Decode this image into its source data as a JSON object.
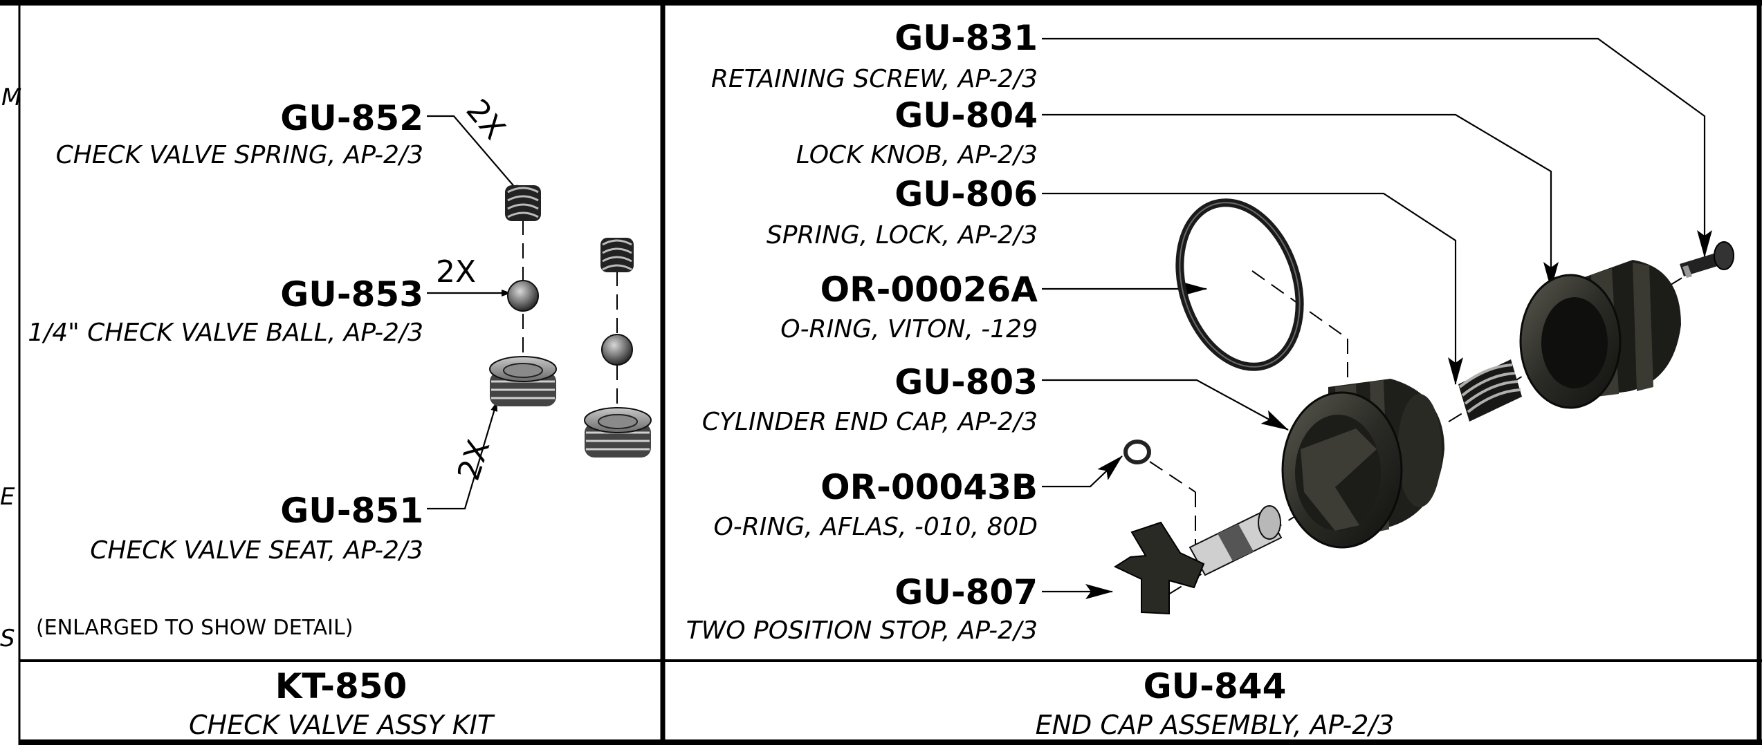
{
  "left_panel": {
    "callouts": [
      {
        "part": "GU-852",
        "description": "CHECK VALVE SPRING, AP-2/3",
        "qty": "2X"
      },
      {
        "part": "GU-853",
        "description": "1/4\" CHECK VALVE BALL, AP-2/3",
        "qty": "2X"
      },
      {
        "part": "GU-851",
        "description": "CHECK VALVE SEAT, AP-2/3",
        "qty": "2X"
      }
    ],
    "note": "(ENLARGED TO SHOW DETAIL)",
    "footer": {
      "part": "KT-850",
      "description": "CHECK VALVE ASSY KIT"
    }
  },
  "right_panel": {
    "callouts": [
      {
        "part": "GU-831",
        "description": "RETAINING SCREW, AP-2/3"
      },
      {
        "part": "GU-804",
        "description": "LOCK KNOB, AP-2/3"
      },
      {
        "part": "GU-806",
        "description": "SPRING, LOCK, AP-2/3"
      },
      {
        "part": "OR-00026A",
        "description": "O-RING, VITON, -129"
      },
      {
        "part": "GU-803",
        "description": "CYLINDER END CAP, AP-2/3"
      },
      {
        "part": "OR-00043B",
        "description": "O-RING, AFLAS, -010, 80D"
      },
      {
        "part": "GU-807",
        "description": "TWO POSITION STOP, AP-2/3"
      }
    ],
    "footer": {
      "part": "GU-844",
      "description": "END CAP ASSEMBLY, AP-2/3"
    }
  },
  "edge_fragments": [
    "M",
    "E",
    "S"
  ]
}
